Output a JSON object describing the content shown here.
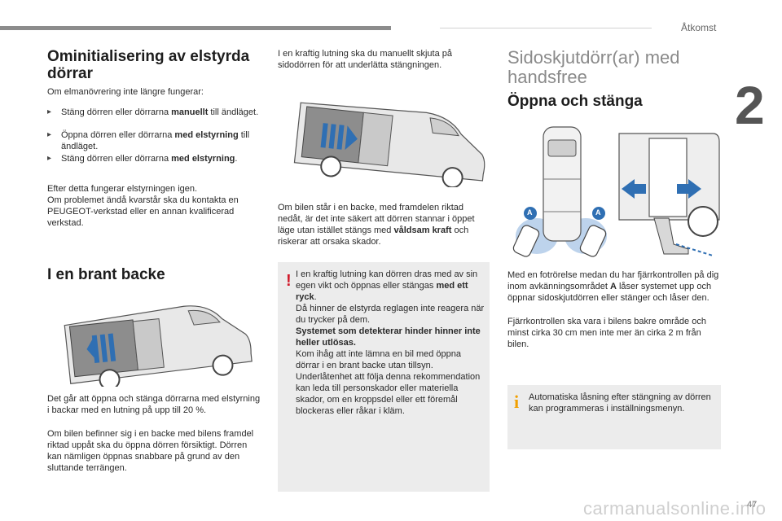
{
  "header": {
    "section": "Åtkomst",
    "chapter": "2"
  },
  "col1": {
    "title_line1": "Ominitialisering av elstyrda",
    "title_line2": "dörrar",
    "intro": "Om elmanövrering inte längre fungerar:",
    "bullets": [
      {
        "pre": "Stäng dörren eller dörrarna ",
        "bold": "manuellt",
        "post": " till ändläget."
      },
      {
        "pre": "Öppna dörren eller dörrarna ",
        "bold": "med elstyrning",
        "post": " till ändläget."
      },
      {
        "pre": "Stäng dörren eller dörrarna ",
        "bold": "med elstyrning",
        "post": "."
      }
    ],
    "after_1": "Efter detta fungerar elstyrningen igen.",
    "after_2": "Om problemet ändå kvarstår ska du kontakta en PEUGEOT-verkstad eller en annan kvalificerad verkstad.",
    "h2": "I en brant backe",
    "body_1": "Det går att öppna och stänga dörrarna med elstyrning i backar med en lutning på upp till 20 %.",
    "body_2": "Om bilen befinner sig i en backe med bilens framdel riktad uppåt ska du öppna dörren försiktigt. Dörren kan nämligen öppnas snabbare på grund av den sluttande terrängen."
  },
  "col2": {
    "top": "I en kraftig lutning ska du manuellt skjuta på sidodörren för att underlätta stängningen.",
    "mid_pre": "Om bilen står i en backe, med framdelen riktad nedåt, är det inte säkert att dörren stannar i öppet läge utan istället stängs med ",
    "mid_bold": "våldsam kraft",
    "mid_post": " och riskerar att orsaka skador.",
    "warn_1": "I en kraftig lutning kan dörren dras med av sin egen vikt och öppnas eller stängas ",
    "warn_1b": "med ett ryck",
    "warn_1c": ".",
    "warn_2": "Då hinner de elstyrda reglagen inte reagera när du trycker på dem.",
    "warn_3": "Systemet som detekterar hinder hinner inte heller utlösas.",
    "warn_4": "Kom ihåg att inte lämna en bil med öppna dörrar i en brant backe utan tillsyn. Underlåtenhet att följa denna rekommendation kan leda till personskador eller materiella skador, om en kroppsdel eller ett föremål blockeras eller råkar i kläm."
  },
  "col3": {
    "title_line1": "Sidoskjutdörr(ar) med",
    "title_line2": "handsfree",
    "h2": "Öppna och stänga",
    "label_a": "A",
    "body_pre": "Med en fotrörelse medan du har fjärrkontrollen på dig inom avkänningsområdet ",
    "body_bold": "A",
    "body_post": " låser systemet upp och öppnar sidoskjutdörren eller stänger och låser den.",
    "body_2": "Fjärrkontrollen ska vara i bilens bakre område och minst cirka 30 cm men inte mer än cirka 2 m från bilen.",
    "info": "Automatiska låsning efter stängning av dörren kan programmeras i inställningsmenyn."
  },
  "footer": {
    "page": "47",
    "watermark": "carmanualsonline.info"
  },
  "colors": {
    "warn": "#d11a2a",
    "info": "#f1a000",
    "arrow": "#2f6fb3"
  }
}
